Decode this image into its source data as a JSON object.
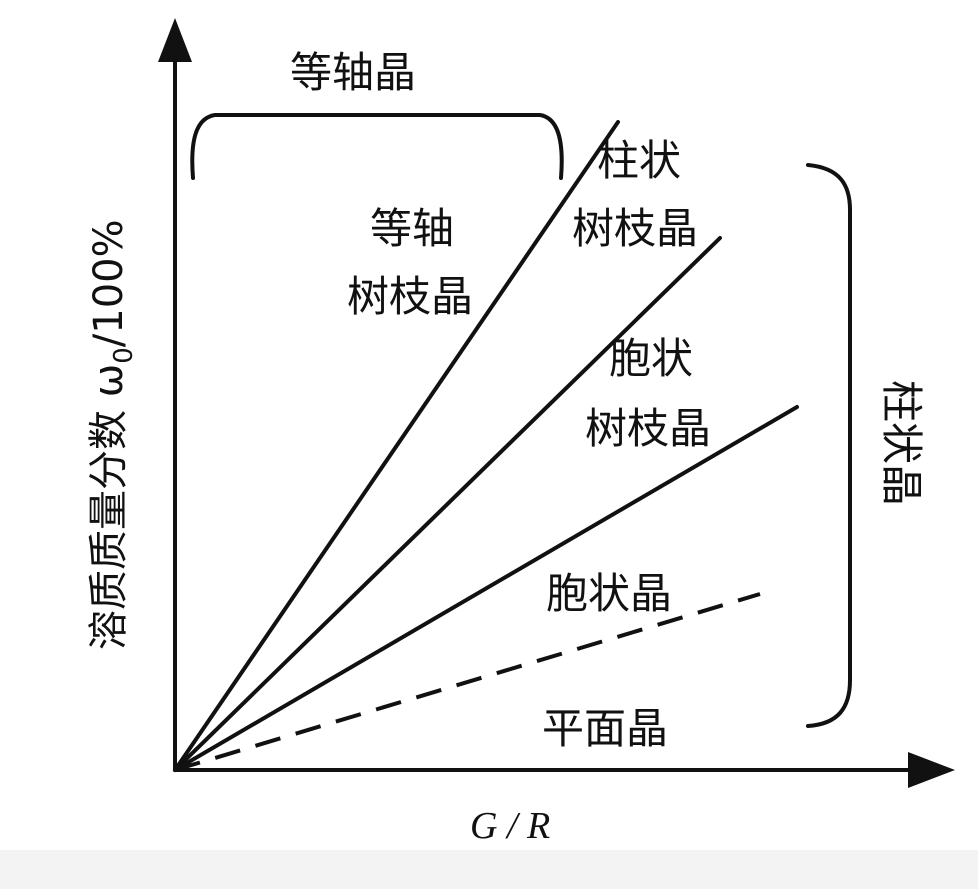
{
  "axes": {
    "x_label": "G / R",
    "y_label_main": "溶质质量分数 ω",
    "y_label_sub": "0",
    "y_label_tail": "/100%"
  },
  "regions": {
    "equiaxed": "等轴晶",
    "equiaxed_dendrite_line1": "等轴",
    "equiaxed_dendrite_line2": "树枝晶",
    "columnar_dendrite_line1": "柱状",
    "columnar_dendrite_line2": "树枝晶",
    "cellular_dendrite_line1": "胞状",
    "cellular_dendrite_line2": "树枝晶",
    "cellular": "胞状晶",
    "planar": "平面晶",
    "columnar": "柱状晶"
  },
  "colors": {
    "ink": "#111111",
    "background": "#ffffff"
  }
}
